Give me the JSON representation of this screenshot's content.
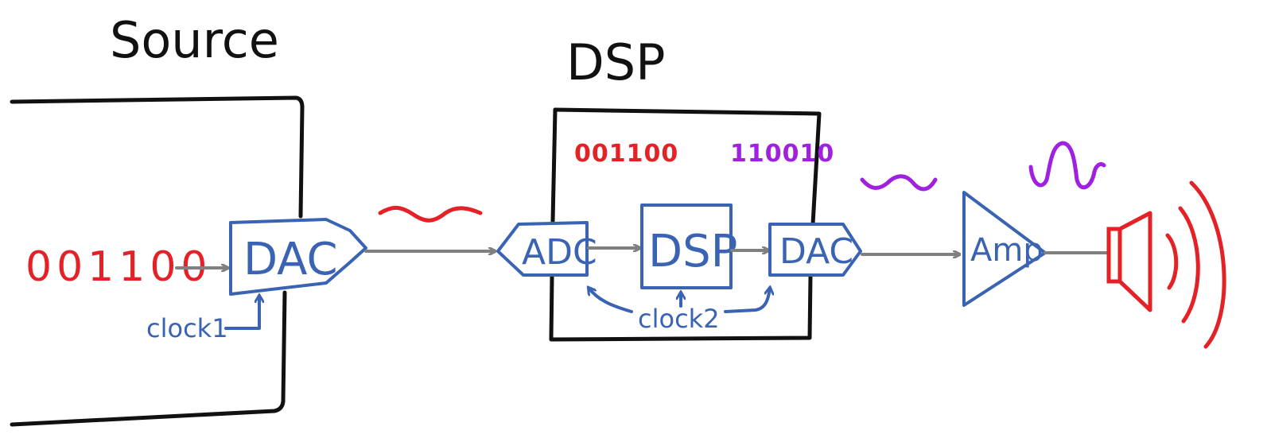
{
  "titles": {
    "source": "Source",
    "dsp": "DSP"
  },
  "blocks": {
    "source_dac": "DAC",
    "adc": "ADC",
    "dsp": "DSP",
    "dsp_dac": "DAC",
    "amp": "Amp"
  },
  "bits": {
    "input": "001100",
    "dsp_in": "001100",
    "dsp_out": "110010"
  },
  "clocks": {
    "clock1": "clock1",
    "clock2": "clock2"
  },
  "colors": {
    "ink": "#111111",
    "blue": "#3a63b4",
    "red": "#e32127",
    "purple": "#a020e0",
    "gray": "#808080"
  }
}
